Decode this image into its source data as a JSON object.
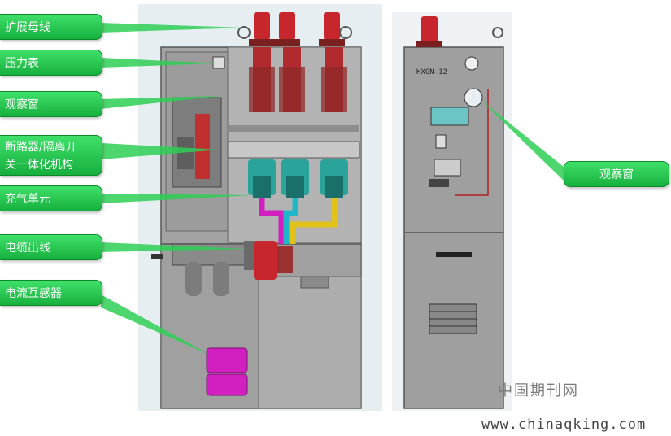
{
  "labels": {
    "expand_busbar": "扩展母线",
    "pressure_gauge": "压力表",
    "observation_window_left": "观察窗",
    "breaker_line1": "断路器/隔离开",
    "breaker_line2": "关一体化机构",
    "gas_unit": "充气单元",
    "cable_outlet": "电缆出线",
    "current_transformer": "电流互感器",
    "observation_window_right": "观察窗"
  },
  "front_panel": {
    "model_plate": "HXGN-12"
  },
  "watermark": {
    "chinese": "中国期刊网",
    "url": "www.chinaqking.com"
  },
  "colors": {
    "callout_green": "#22c24a",
    "bushing_red": "#c8262d",
    "ct_magenta": "#d21fc0",
    "cabinet_gray": "#9a9a9a"
  }
}
